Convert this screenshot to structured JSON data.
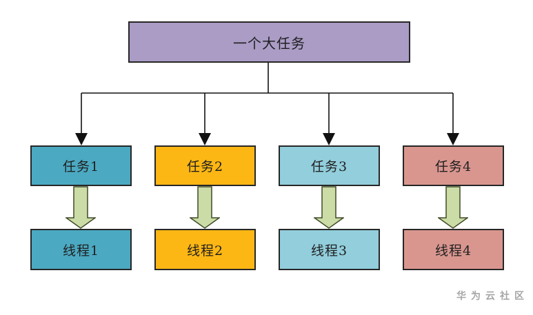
{
  "page": {
    "background": "#ffffff"
  },
  "root": {
    "label": "一个大任务",
    "fill": "#AA9CC5",
    "border": "#262626",
    "text_color": "#1f1f1f"
  },
  "columns": [
    {
      "task": {
        "label": "任务1",
        "fill": "#4BA9C2"
      },
      "thread": {
        "label": "线程1",
        "fill": "#4BA9C2"
      }
    },
    {
      "task": {
        "label": "任务2",
        "fill": "#FDB714"
      },
      "thread": {
        "label": "线程2",
        "fill": "#FDB714"
      }
    },
    {
      "task": {
        "label": "任务3",
        "fill": "#92CEDC"
      },
      "thread": {
        "label": "线程3",
        "fill": "#92CEDC"
      }
    },
    {
      "task": {
        "label": "任务4",
        "fill": "#D9968F"
      },
      "thread": {
        "label": "线程4",
        "fill": "#D9968F"
      }
    }
  ],
  "block_arrow": {
    "fill": "#CBDCA6",
    "stroke": "#3F4A26"
  },
  "connector": {
    "stroke": "#111111"
  },
  "watermark": {
    "text": "华为云社区",
    "color": "#A6A6A6"
  }
}
